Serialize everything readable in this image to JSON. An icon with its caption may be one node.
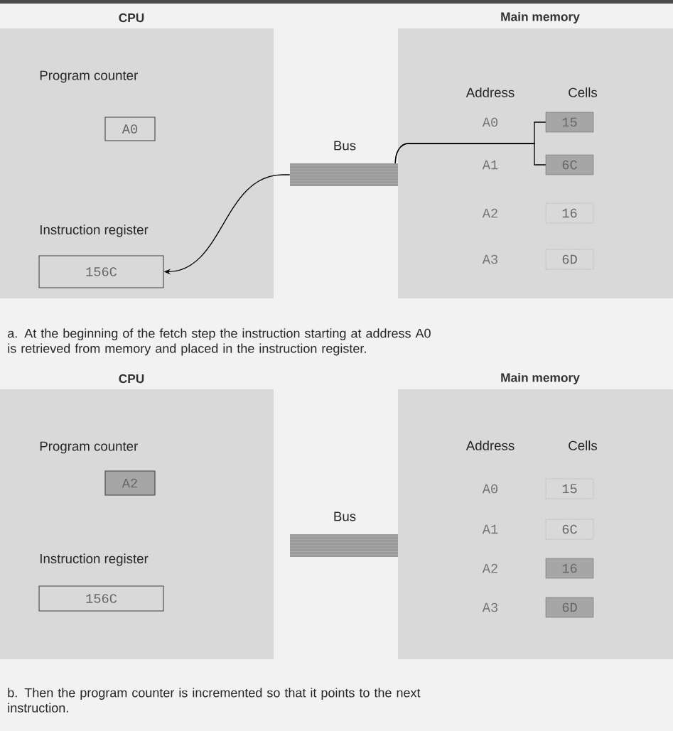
{
  "diagram": {
    "nodes": [
      {
        "text": [
          "CPU"
        ]
      },
      {
        "text": [
          "Program counter",
          "A0"
        ],
        "in": 0
      },
      {
        "text": [
          "Instruction register",
          "156C"
        ],
        "in": 0
      },
      {
        "text": [
          "Bus"
        ]
      },
      {
        "text": [
          "Main memory"
        ]
      },
      {
        "text": [
          "15"
        ],
        "in": 4
      },
      {
        "text": [
          "6C"
        ],
        "in": 4
      },
      {
        "text": [
          "16"
        ],
        "in": 4
      },
      {
        "text": [
          "6D"
        ],
        "in": 4
      },
      {
        "text": [
          "CPU"
        ]
      },
      {
        "text": [
          "Program counter",
          "A2"
        ],
        "in": 9
      },
      {
        "text": [
          "Instruction register",
          "156C"
        ],
        "in": 9
      },
      {
        "text": [
          "Bus"
        ]
      },
      {
        "text": [
          "Main memory"
        ]
      },
      {
        "text": [
          "15"
        ],
        "in": 13
      },
      {
        "text": [
          "6C"
        ],
        "in": 13
      },
      {
        "text": [
          "16"
        ],
        "in": 13
      },
      {
        "text": [
          "6D"
        ],
        "in": 13
      }
    ],
    "edges": [
      {
        "from": 5,
        "to": 3,
        "arrow": "none"
      },
      {
        "from": 6,
        "to": 3,
        "arrow": "none"
      },
      {
        "from": 3,
        "to": 2,
        "arrow": "to"
      }
    ],
    "labels": [
      "Address",
      "Cells",
      "A0",
      "A1",
      "A2",
      "A3",
      "a. At the beginning of the fetch step the instruction starting at address A0 is retrieved from memory and placed in the instruction register.",
      "Address",
      "Cells",
      "A0",
      "A1",
      "A2",
      "A3",
      "b. Then the program counter is incremented so that it points to the next instruction."
    ]
  }
}
